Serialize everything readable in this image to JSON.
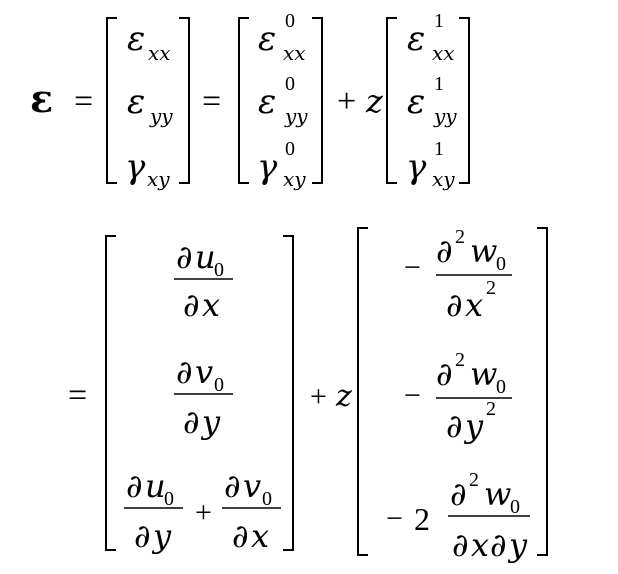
{
  "equation": {
    "lhs_symbol": "ε",
    "eq": "=",
    "plus": "+",
    "minus": "−",
    "z": "z",
    "partial": "∂",
    "eps": "ε",
    "gamma": "γ",
    "sub_xx": "xx",
    "sub_yy": "yy",
    "sub_xy": "xy",
    "sup0": "0",
    "sup1": "1",
    "sup2": "2",
    "u": "u",
    "v": "v",
    "w": "w",
    "sub0": "0",
    "x": "x",
    "y": "y",
    "coef2": "2"
  }
}
